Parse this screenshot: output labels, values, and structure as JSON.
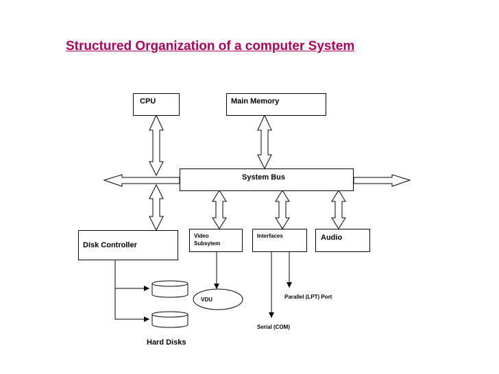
{
  "title": "Structured Organization of a computer System",
  "blocks": {
    "cpu": "CPU",
    "main_memory": "Main Memory",
    "system_bus": "System Bus",
    "disk_controller": "Disk Controller",
    "video_line1": "Video",
    "video_line2": "Subsytem",
    "interfaces": "Interfaces",
    "audio": "Audio",
    "vdu": "VDU",
    "hard_disks": "Hard Disks",
    "parallel_port": "Parallel (LPT) Port",
    "serial_port": "Serial (COM)"
  }
}
